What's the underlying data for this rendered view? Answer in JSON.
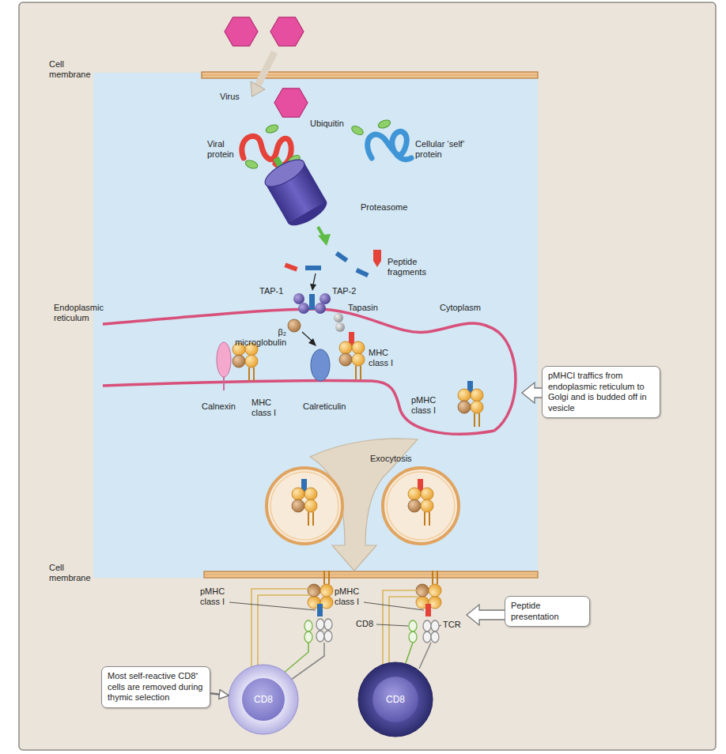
{
  "diagram": {
    "nodes": [
      {
        "text": [
          "pMHCI traffics from endoplasmic reticulum to Golgi and is budded off in vesicle"
        ]
      },
      {
        "text": [
          "Peptide presentation"
        ]
      },
      {
        "text": [
          "Most self-reactive CD8⁺ cells are removed during thymic selection"
        ]
      },
      {
        "text": [
          "CD8"
        ]
      },
      {
        "text": [
          "CD8"
        ]
      }
    ],
    "edges": [
      {
        "from": 2,
        "to": 3,
        "arrow": "to"
      }
    ],
    "labels": [
      "Cell membrane",
      "Virus",
      "Ubiquitin",
      "Viral protein",
      "Cellular ‘self’ protein",
      "Proteasome",
      "Peptide fragments",
      "TAP-1",
      "TAP-2",
      "Tapasin",
      "Endoplasmic reticulum",
      "Cytoplasm",
      "β₂ microglobulin",
      "MHC class I",
      "Calnexin",
      "MHC class I",
      "Calreticulin",
      "pMHC class I",
      "Exocytosis",
      "Cell membrane",
      "pMHC class I",
      "pMHC class I",
      "CD8",
      "TCR"
    ]
  }
}
